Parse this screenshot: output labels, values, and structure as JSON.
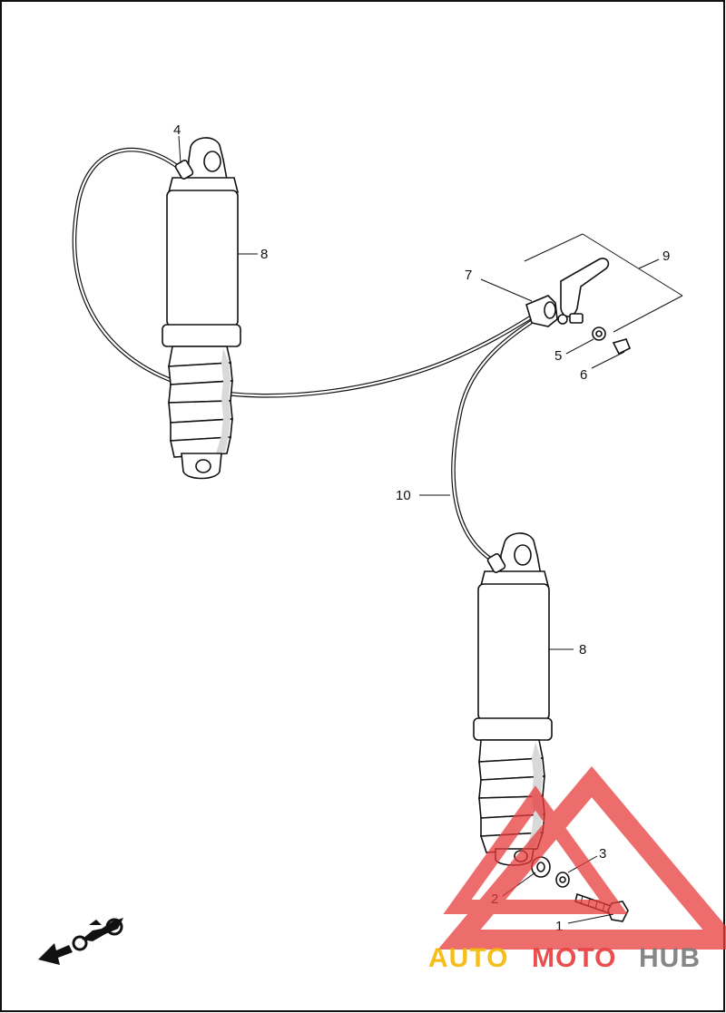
{
  "diagram": {
    "callouts": [
      {
        "id": "c1",
        "text": "1"
      },
      {
        "id": "c2",
        "text": "2"
      },
      {
        "id": "c3",
        "text": "3"
      },
      {
        "id": "c4",
        "text": "4"
      },
      {
        "id": "c5",
        "text": "5"
      },
      {
        "id": "c6",
        "text": "6"
      },
      {
        "id": "c7",
        "text": "7"
      },
      {
        "id": "c8a",
        "text": "8"
      },
      {
        "id": "c8b",
        "text": "8"
      },
      {
        "id": "c9",
        "text": "9"
      },
      {
        "id": "c10",
        "text": "10"
      }
    ]
  },
  "watermark": {
    "part1": "AUTO",
    "part2": "MOTO",
    "part3": "HUB",
    "color_orange": "#f5b800",
    "color_red": "#e83b3b",
    "color_gray": "#7a7a7a"
  },
  "icons": {
    "orientation": "motorcycle-front-arrow-icon"
  }
}
